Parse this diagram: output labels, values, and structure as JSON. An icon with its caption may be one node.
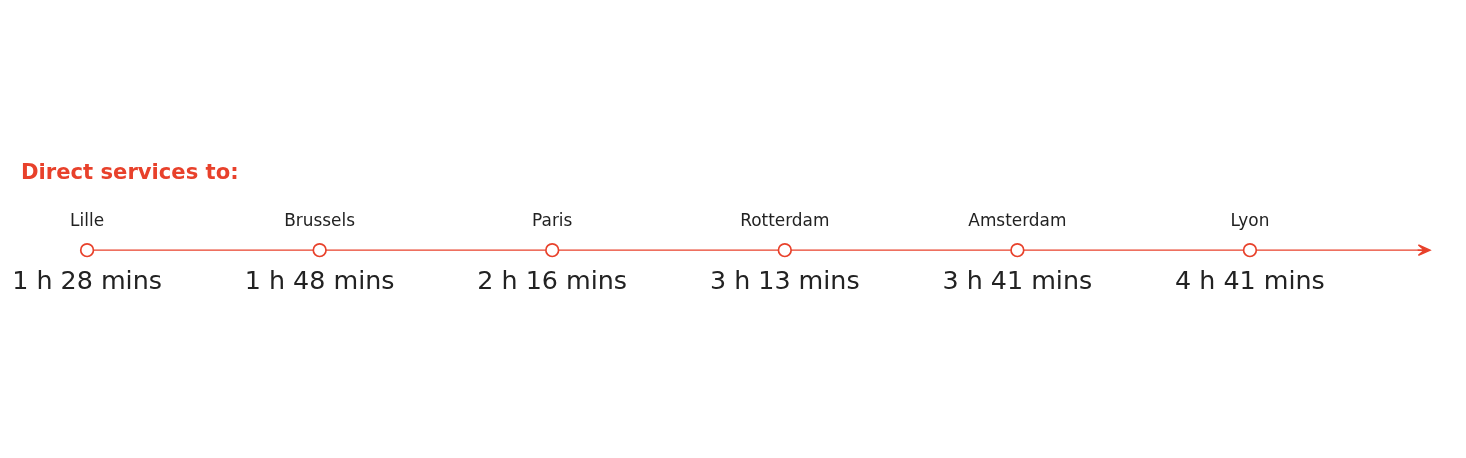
{
  "diagram": {
    "title": "Direct services to:",
    "nodes": [
      {
        "text": [],
        "shape": "circle",
        "beside": [
          "Lille",
          "1 h 28 mins"
        ]
      },
      {
        "text": [],
        "shape": "circle",
        "beside": [
          "Brussels",
          "1 h 48 mins"
        ]
      },
      {
        "text": [],
        "shape": "circle",
        "beside": [
          "Paris",
          "2 h 16 mins"
        ]
      },
      {
        "text": [],
        "shape": "circle",
        "beside": [
          "Rotterdam",
          "3 h 13 mins"
        ]
      },
      {
        "text": [],
        "shape": "circle",
        "beside": [
          "Amsterdam",
          "3 h 41 mins"
        ]
      },
      {
        "text": [],
        "shape": "circle",
        "beside": [
          "Lyon",
          "4 h 41 mins"
        ]
      }
    ],
    "edges": [
      {
        "from": 0,
        "to": 1,
        "arrow": "none"
      },
      {
        "from": 1,
        "to": 2,
        "arrow": "none"
      },
      {
        "from": 2,
        "to": 3,
        "arrow": "none"
      },
      {
        "from": 3,
        "to": 4,
        "arrow": "none"
      },
      {
        "from": 4,
        "to": 5,
        "arrow": "none"
      },
      {
        "from": 5,
        "to": null,
        "arrow": "to"
      }
    ]
  }
}
